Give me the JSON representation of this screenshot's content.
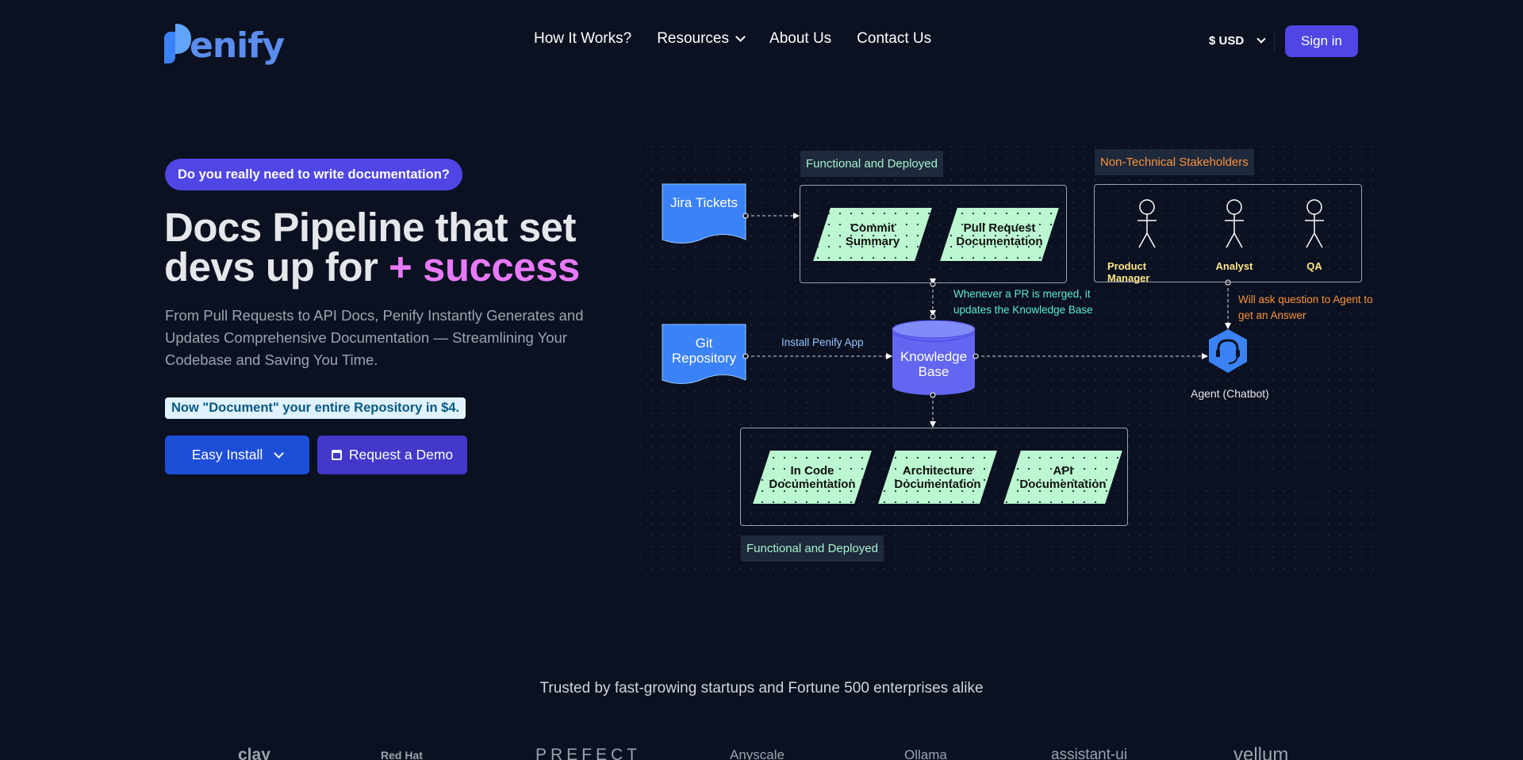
{
  "header": {
    "logo_text": "enify",
    "nav": [
      {
        "label": "How It Works?"
      },
      {
        "label": "Resources",
        "has_dropdown": true
      },
      {
        "label": "About Us"
      },
      {
        "label": "Contact Us"
      }
    ],
    "currency": "$ USD",
    "signin_label": "Sign in"
  },
  "hero": {
    "pill": "Do you really need to write documentation?",
    "title_line1": "Docs Pipeline that set",
    "title_line2_prefix": "devs up for ",
    "title_plus": "+",
    "title_highlight": "success",
    "subtitle": "From Pull Requests to API Docs, Penify Instantly Generates and Updates Comprehensive Documentation — Streamlining Your Codebase and Saving You Time.",
    "note": "Now \"Document\" your entire Repository in $4.",
    "install_label": "Easy Install",
    "demo_label": "Request a Demo"
  },
  "diagram": {
    "top_group_tag": "Functional and Deployed",
    "stakeholders_tag": "Non-Technical Stakeholders",
    "bottom_group_tag": "Functional and Deployed",
    "jira": "Jira Tickets",
    "git": "Git Repository",
    "install_edge": "Install Penify App",
    "kb": "Knowledge Base",
    "merge_note": "Whenever a PR is merged, it updates the Knowledge Base",
    "ask_note": "Will ask question to Agent to get an Answer",
    "agent": "Agent (Chatbot)",
    "top_docs": [
      "Commit Summary",
      "Pull Request Documentation"
    ],
    "actors": [
      "Product Manager",
      "Analyst",
      "QA"
    ],
    "bottom_docs": [
      "In Code Documentation",
      "Architecture Documentation",
      "API Documentation"
    ],
    "colors": {
      "doc_blue": "#3b82f6",
      "para_green": "#bbf7d0",
      "kb_purple": "#6366f1",
      "note_teal": "#5eead4",
      "note_orange": "#fb923c"
    }
  },
  "trusted": {
    "heading": "Trusted by fast-growing startups and Fortune 500 enterprises alike",
    "logos": [
      "clay",
      "Red Hat",
      "PREFECT",
      "Anyscale",
      "Ollama",
      "assistant-ui",
      "vellum"
    ]
  }
}
